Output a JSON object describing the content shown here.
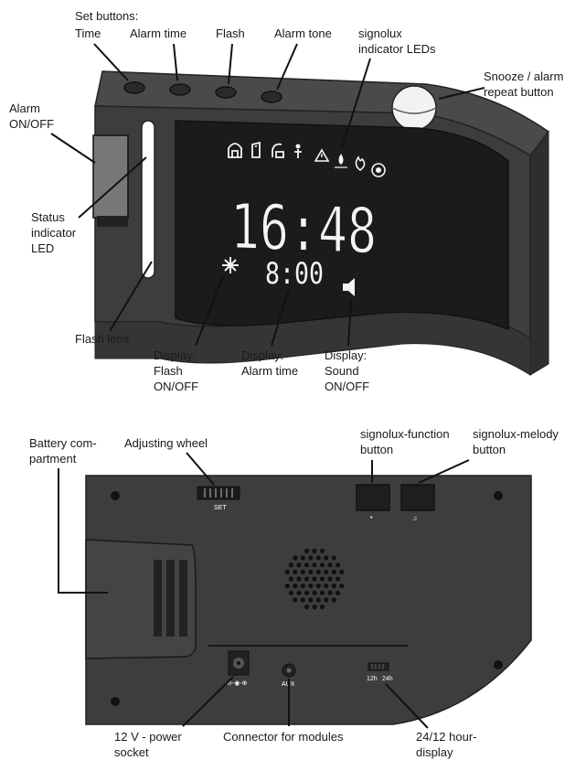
{
  "colors": {
    "body_dark": "#3d3d3d",
    "body_side": "#2e2e2e",
    "body_top": "#4a4a4a",
    "lcd": "#1b1b1b",
    "lcd_text": "#f4f4f4",
    "label": "#1a1a1a"
  },
  "front_view": {
    "labels": {
      "set_buttons_line1": "Set buttons:",
      "set_buttons_line2": "Time",
      "alarm_time": "Alarm time",
      "flash": "Flash",
      "alarm_tone": "Alarm tone",
      "signolux_leds_line1": "signolux",
      "signolux_leds_line2": "indicator LEDs",
      "snooze_line1": "Snooze / alarm",
      "snooze_line2": "repeat button",
      "alarm_switch_line1": "Alarm",
      "alarm_switch_line2": "ON/OFF",
      "status_led_line1": "Status",
      "status_led_line2": "indicator",
      "status_led_line3": "LED",
      "flash_lens": "Flash lens",
      "display_flash_line1": "Display:",
      "display_flash_line2": "Flash",
      "display_flash_line3": "ON/OFF",
      "display_alarm_line1": "Display:",
      "display_alarm_line2": "Alarm time",
      "display_sound_line1": "Display:",
      "display_sound_line2": "Sound",
      "display_sound_line3": "ON/OFF"
    },
    "lcd": {
      "time": "16:48",
      "alarm_time": "8:00",
      "indicator_icons": [
        "door-icon",
        "phone-icon",
        "fax-icon",
        "person-icon",
        "warning-icon",
        "water-icon",
        "fire-icon",
        "sensor-icon"
      ]
    }
  },
  "back_view": {
    "labels": {
      "battery_line1": "Battery com-",
      "battery_line2": "partment",
      "adjusting_wheel": "Adjusting wheel",
      "signolux_function_line1": "signolux-function",
      "signolux_function_line2": "button",
      "signolux_melody_line1": "signolux-melody",
      "signolux_melody_line2": "button",
      "power_line1": "12 V - power",
      "power_line2": "socket",
      "modules": "Connector for modules",
      "hour_display_line1": "24/12 hour-",
      "hour_display_line2": "display"
    },
    "device_text": {
      "set": "SET",
      "aux": "AUX",
      "mode_12h": "12h",
      "mode_24h": "24h",
      "melody_symbol": "♫",
      "function_symbol": "•"
    }
  }
}
